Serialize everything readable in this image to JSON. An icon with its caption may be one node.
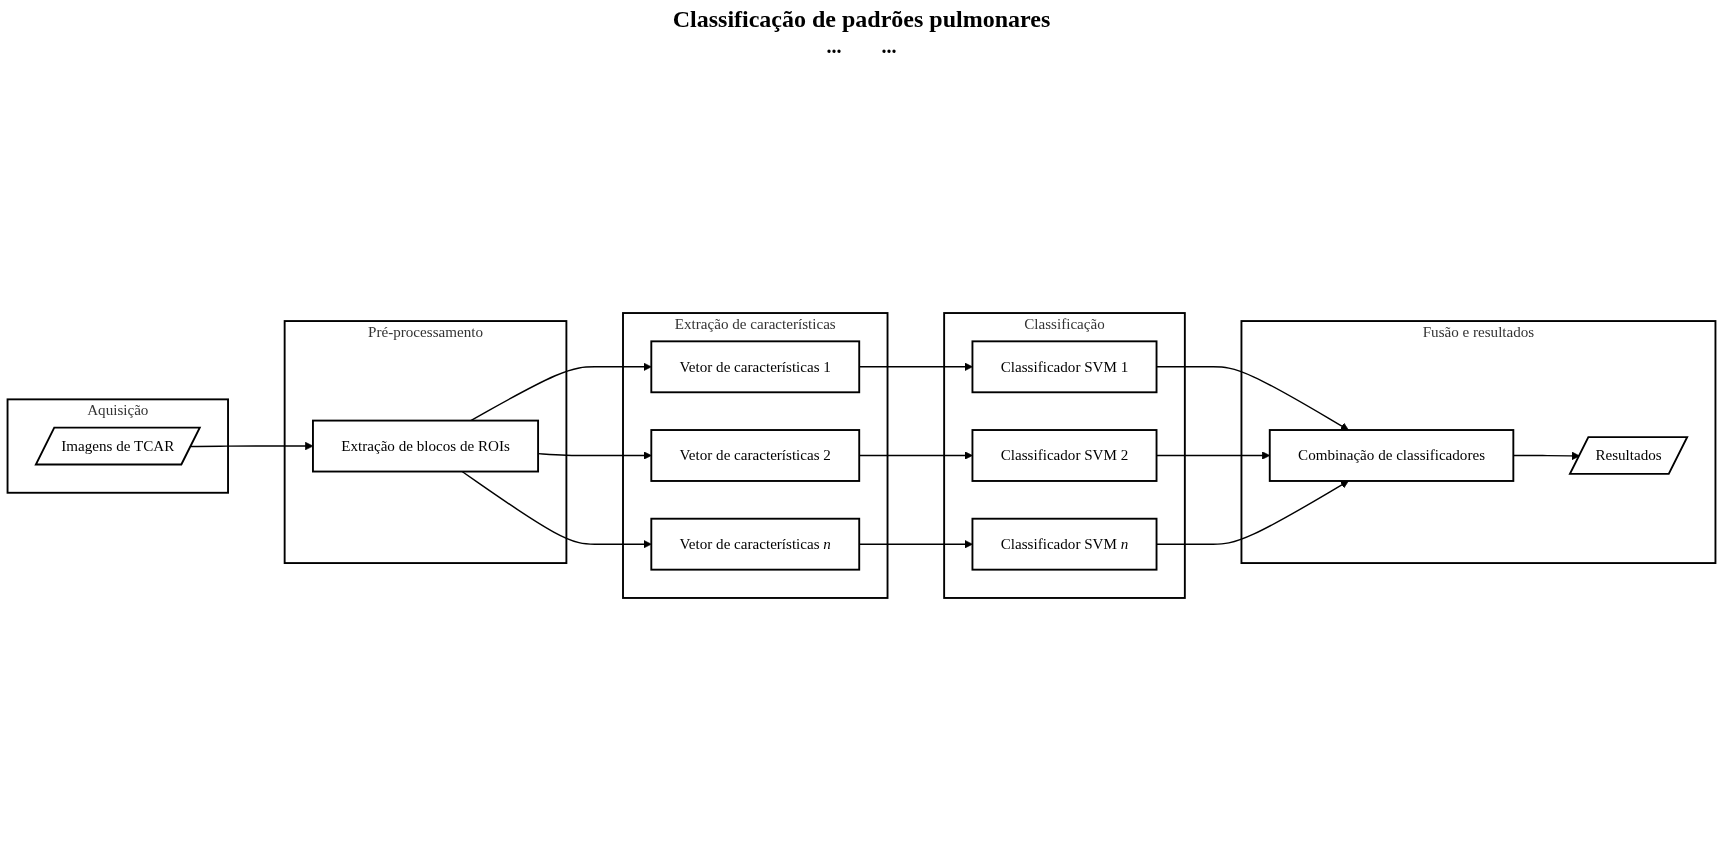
{
  "diagram": {
    "title": "Classificação de padrões pulmonares",
    "nodes": [
      {
        "text": [
          "Aquisição"
        ]
      },
      {
        "text": [
          "Imagens de TCAR"
        ],
        "in": 0
      },
      {
        "text": [
          "Pré-processamento"
        ]
      },
      {
        "text": [
          "Extração de blocos de ROIs"
        ],
        "in": 2
      },
      {
        "text": [
          "Extração de características"
        ]
      },
      {
        "text": [
          "Vetor de características 1"
        ],
        "in": 4
      },
      {
        "text": [
          "Vetor de características 2"
        ],
        "in": 4
      },
      {
        "text": [
          "Vetor de características *n*"
        ],
        "in": 4
      },
      {
        "text": [
          "Classificação"
        ]
      },
      {
        "text": [
          "Classificador SVM 1"
        ],
        "in": 8
      },
      {
        "text": [
          "Classificador SVM 2"
        ],
        "in": 8
      },
      {
        "text": [
          "Classificador SVM *n*"
        ],
        "in": 8
      },
      {
        "text": [
          "Fusão e resultados"
        ]
      },
      {
        "text": [
          "Combinação de classificadores"
        ],
        "in": 12
      },
      {
        "text": [
          "Resultados"
        ],
        "in": 12
      }
    ],
    "edges": [
      {
        "from": 1,
        "to": 3,
        "arrow": "to"
      },
      {
        "from": 3,
        "to": 5,
        "arrow": "to"
      },
      {
        "from": 3,
        "to": 6,
        "arrow": "to"
      },
      {
        "from": 3,
        "to": 7,
        "arrow": "to"
      },
      {
        "from": 5,
        "to": 9,
        "arrow": "to"
      },
      {
        "from": 6,
        "to": 10,
        "arrow": "to"
      },
      {
        "from": 7,
        "to": 11,
        "arrow": "to"
      },
      {
        "from": 9,
        "to": 13,
        "arrow": "to"
      },
      {
        "from": 10,
        "to": 13,
        "arrow": "to"
      },
      {
        "from": 11,
        "to": 13,
        "arrow": "to"
      },
      {
        "from": 13,
        "to": 14,
        "arrow": "to"
      }
    ],
    "labels": [
      "...",
      "..."
    ]
  }
}
